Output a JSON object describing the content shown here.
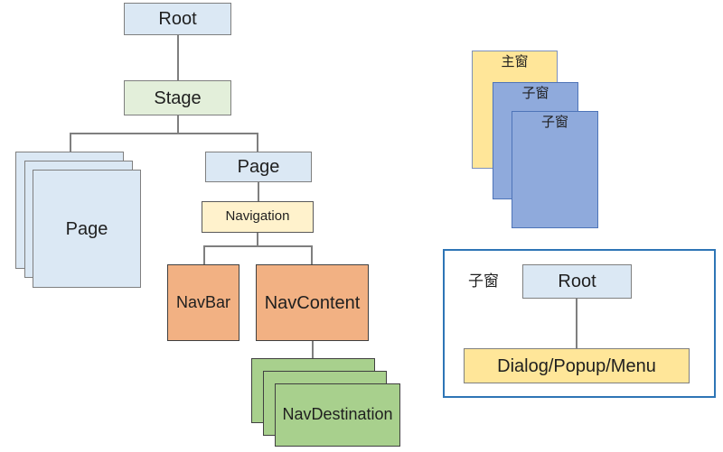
{
  "diagram": {
    "tree": {
      "root": {
        "label": "Root"
      },
      "stage": {
        "label": "Stage"
      },
      "page_stack": {
        "label": "Page",
        "stack_count": 3
      },
      "page": {
        "label": "Page"
      },
      "navigation": {
        "label": "Navigation"
      },
      "navbar": {
        "label": "NavBar"
      },
      "navcontent": {
        "label": "NavContent"
      },
      "navdestination": {
        "label": "NavDestination",
        "stack_count": 3
      }
    },
    "window_stack": {
      "main_window": {
        "label": "主窗"
      },
      "child_window_1": {
        "label": "子窗"
      },
      "child_window_2": {
        "label": "子窗"
      }
    },
    "subwindow_panel": {
      "caption": "子窗",
      "root": {
        "label": "Root"
      },
      "dialog": {
        "label": "Dialog/Popup/Menu"
      }
    },
    "colors": {
      "node_blue_fill": "#dbe8f4",
      "node_gray_border": "#7f7f7f",
      "stage_green_fill": "#e3efda",
      "navigation_yellow_fill": "#fff2cc",
      "orange_fill": "#f2b183",
      "leaf_green_fill": "#a8d08d",
      "dark_border": "#404040",
      "window_yellow_fill": "#ffe699",
      "window_blue_fill": "#8faadc",
      "window_blue_border": "#4e74b8",
      "panel_border": "#2e75b6",
      "connector": "#7f7f7f",
      "text": "#1f1f1f"
    }
  }
}
